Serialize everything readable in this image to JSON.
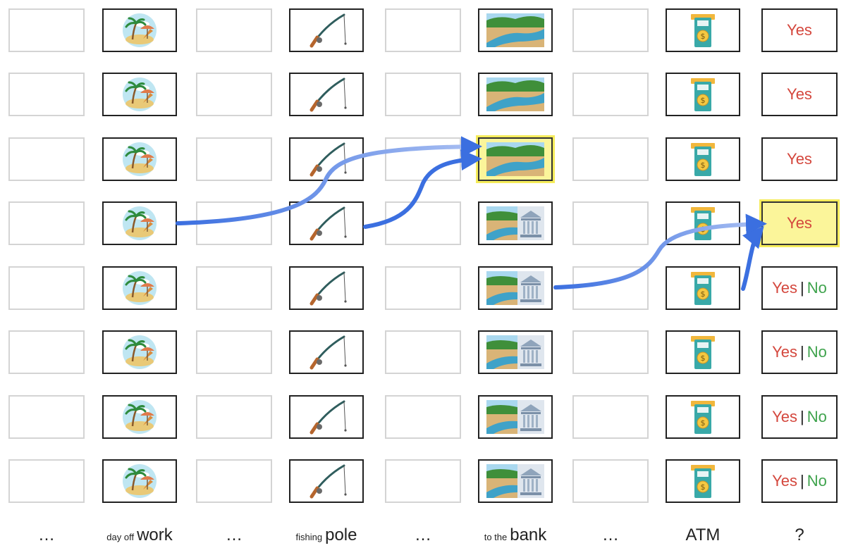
{
  "rows": 8,
  "columns": [
    {
      "kind": "empty"
    },
    {
      "kind": "icon",
      "icon": "beach-island-icon"
    },
    {
      "kind": "empty"
    },
    {
      "kind": "icon",
      "icon": "fishing-rod-icon"
    },
    {
      "kind": "empty"
    },
    {
      "kind": "icon",
      "icon": "river-bank-icon",
      "alt_icon": "river-and-bank-building-icon",
      "alt_from_row": 3
    },
    {
      "kind": "empty"
    },
    {
      "kind": "icon",
      "icon": "atm-icon"
    },
    {
      "kind": "answer"
    }
  ],
  "answers": {
    "yes": "Yes",
    "no": "No",
    "separator": "|",
    "yes_only_rows": 4
  },
  "highlights": {
    "river_cell_row": 2,
    "answer_cell_row": 3
  },
  "colors": {
    "arrow": "#3b6fe0",
    "arrow_faded": "#a9bff2",
    "highlight_fill": "#fbf59a",
    "highlight_glow": "#f5ec5a",
    "yes": "#d4473d",
    "no": "#3fa34d"
  },
  "labels": [
    {
      "big": "…"
    },
    {
      "small": "day off",
      "big": "work"
    },
    {
      "big": "…"
    },
    {
      "small": "fishing",
      "big": "pole"
    },
    {
      "big": "…"
    },
    {
      "small": "to the",
      "big": "bank"
    },
    {
      "big": "…"
    },
    {
      "big": "ATM"
    },
    {
      "big": "?"
    }
  ]
}
